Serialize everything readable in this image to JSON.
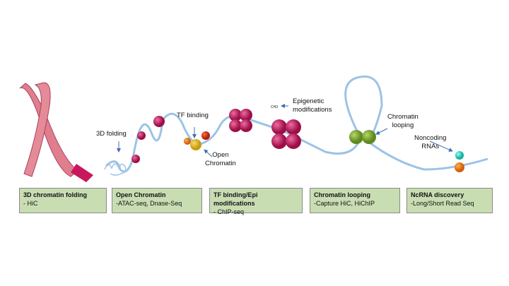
{
  "labels": {
    "folding": "3D folding",
    "tf_binding": "TF binding",
    "open_chromatin": "Open\nChromatin",
    "ch3": "CH3",
    "epigenetic": "Epigenetic\nmodifications",
    "looping": "Chromatin\nlooping",
    "noncoding": "Noncoding\nRNAs"
  },
  "boxes": [
    {
      "title": "3D chromatin folding",
      "method": "- HiC"
    },
    {
      "title": "Open Chromatin",
      "method": "-ATAC-seq, Dnase-Seq"
    },
    {
      "title": "TF binding/Epi modifications",
      "method": "- ChIP-seq"
    },
    {
      "title": "Chromatin looping",
      "method": "-Capture HiC, HiChIP"
    },
    {
      "title": "NcRNA discovery",
      "method": "-Long/Short Read Seq"
    }
  ],
  "colors": {
    "box_fill": "#c9ddb3",
    "nucleosome": "#c8175d",
    "dna": "#9cc3e6",
    "arrow": "#3d6fb0"
  }
}
